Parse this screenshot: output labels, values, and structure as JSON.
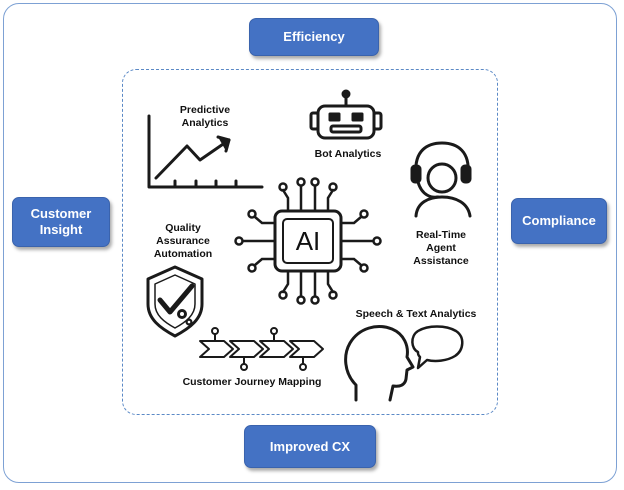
{
  "outer_themes": {
    "efficiency": "Efficiency",
    "customer_insight": "Customer Insight",
    "compliance": "Compliance",
    "improved_cx": "Improved CX"
  },
  "center": {
    "label": "AI"
  },
  "capabilities": {
    "predictive_analytics": "Predictive Analytics",
    "bot_analytics": "Bot Analytics",
    "real_time_agent_assistance": "Real-Time Agent Assistance",
    "quality_assurance_automation": "Quality Assurance Automation",
    "speech_text_analytics": "Speech & Text Analytics",
    "customer_journey_mapping": "Customer Journey Mapping"
  },
  "icons": [
    "line-chart-icon",
    "robot-icon",
    "headset-agent-icon",
    "ai-chip-icon",
    "shield-check-icon",
    "journey-arrows-icon",
    "head-speech-icon"
  ],
  "colors": {
    "theme_fill": "#4472c4",
    "frame_border": "#7da1d4",
    "dashed_border": "#5b89c6",
    "icon_stroke": "#1a1a1a"
  }
}
